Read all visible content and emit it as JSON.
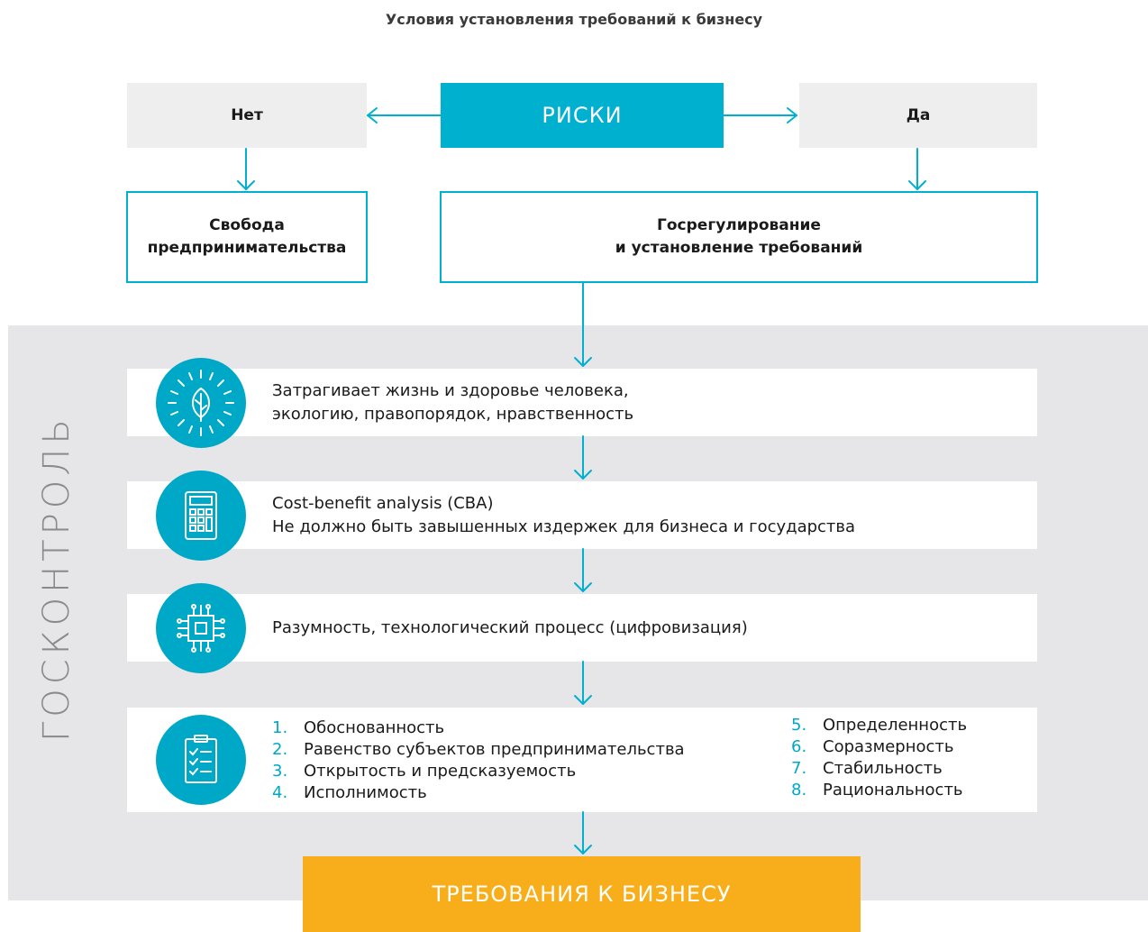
{
  "title": "Условия установления требований к бизнесу",
  "risks": "РИСКИ",
  "no": "Нет",
  "yes": "Да",
  "freedom": [
    "Свобода",
    "предпринимательства"
  ],
  "regulation": [
    "Госрегулирование",
    "и установление требований"
  ],
  "control_label": "ГОСКОНТРОЛЬ",
  "rows": {
    "health": [
      "Затрагивает жизнь и здоровье человека,",
      "экологию, правопорядок, нравственность"
    ],
    "cba": [
      "Cost-benefit analysis (CBA)",
      "Не должно быть завышенных издержек для бизнеса и государства"
    ],
    "digital": [
      "Разумность, технологический процесс (цифровизация)"
    ]
  },
  "principles_left": [
    {
      "n": "1.",
      "text": "Обоснованность"
    },
    {
      "n": "2.",
      "text": "Равенство субъектов предпринимательства"
    },
    {
      "n": "3.",
      "text": "Открытость и предсказуемость"
    },
    {
      "n": "4.",
      "text": "Исполнимость"
    }
  ],
  "principles_right": [
    {
      "n": "5.",
      "text": "Определенность"
    },
    {
      "n": "6.",
      "text": "Соразмерность"
    },
    {
      "n": "7.",
      "text": "Стабильность"
    },
    {
      "n": "8.",
      "text": "Рациональность"
    }
  ],
  "result": "ТРЕБОВАНИЯ К БИЗНЕСУ",
  "colors": {
    "teal": "#00b0cf",
    "orange": "#f8ae1a",
    "grey": "#eeeeee",
    "panel": "#e6e6e8"
  },
  "icons": [
    "leaf-icon",
    "calculator-icon",
    "chip-icon",
    "checklist-icon"
  ]
}
